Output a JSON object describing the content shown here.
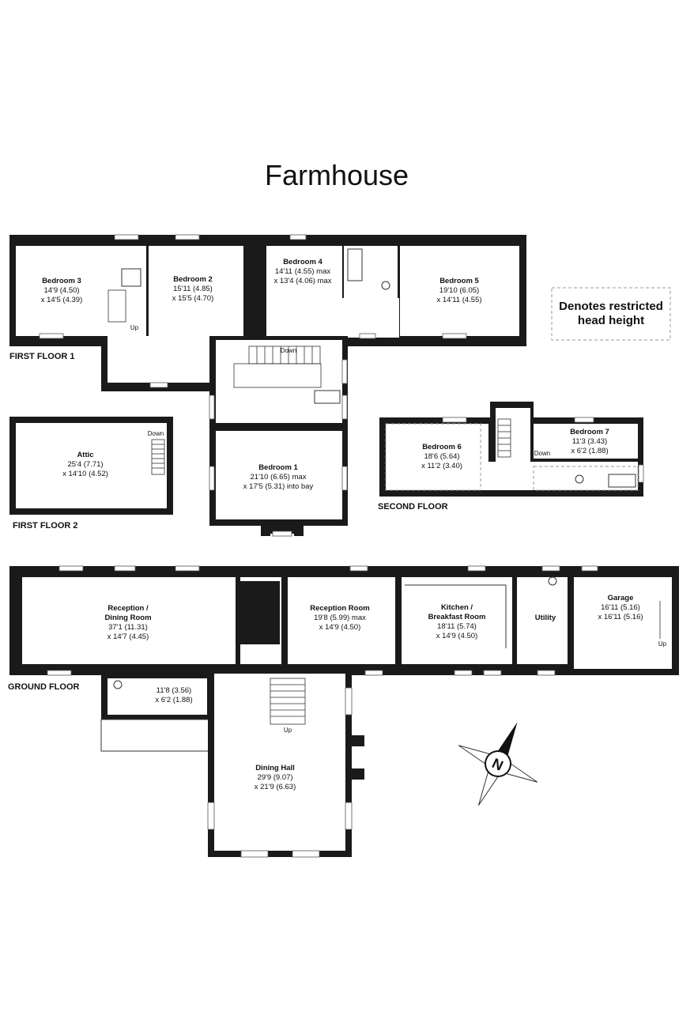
{
  "title": "Farmhouse",
  "legend": {
    "line1": "Denotes restricted",
    "line2": "head height"
  },
  "floors": {
    "first_floor_1": "FIRST FLOOR 1",
    "first_floor_2": "FIRST FLOOR 2",
    "second_floor": "SECOND FLOOR",
    "ground_floor": "GROUND FLOOR"
  },
  "rooms": {
    "bedroom3": {
      "name": "Bedroom 3",
      "dim1": "14'9 (4.50)",
      "dim2": "x 14'5 (4.39)"
    },
    "bedroom2": {
      "name": "Bedroom 2",
      "dim1": "15'11 (4.85)",
      "dim2": "x 15'5 (4.70)"
    },
    "bedroom4": {
      "name": "Bedroom 4",
      "dim1": "14'11 (4.55) max",
      "dim2": "x 13'4 (4.06) max"
    },
    "bedroom5": {
      "name": "Bedroom 5",
      "dim1": "19'10 (6.05)",
      "dim2": "x 14'11 (4.55)"
    },
    "bedroom1": {
      "name": "Bedroom 1",
      "dim1": "21'10 (6.65) max",
      "dim2": "x 17'5 (5.31) into bay"
    },
    "attic": {
      "name": "Attic",
      "dim1": "25'4 (7.71)",
      "dim2": "x 14'10 (4.52)"
    },
    "bedroom6": {
      "name": "Bedroom 6",
      "dim1": "18'6 (5.64)",
      "dim2": "x 11'2 (3.40)"
    },
    "bedroom7": {
      "name": "Bedroom 7",
      "dim1": "11'3 (3.43)",
      "dim2": "x 6'2 (1.88)"
    },
    "reception_dining": {
      "name1": "Reception /",
      "name2": "Dining Room",
      "dim1": "37'1 (11.31)",
      "dim2": "x 14'7 (4.45)"
    },
    "reception_room": {
      "name": "Reception Room",
      "dim1": "19'8 (5.99) max",
      "dim2": "x 14'9 (4.50)"
    },
    "kitchen": {
      "name1": "Kitchen /",
      "name2": "Breakfast Room",
      "dim1": "18'11 (5.74)",
      "dim2": "x 14'9 (4.50)"
    },
    "utility": {
      "name": "Utility"
    },
    "garage": {
      "name": "Garage",
      "dim1": "16'11 (5.16)",
      "dim2": "x 16'11 (5.16)"
    },
    "lobby": {
      "dim1": "11'8 (3.56)",
      "dim2": "x 6'2 (1.88)"
    },
    "dining_hall": {
      "name": "Dining Hall",
      "dim1": "29'9 (9.07)",
      "dim2": "x 21'9 (6.63)"
    }
  },
  "stair_labels": {
    "up": "Up",
    "down": "Down"
  },
  "compass": {
    "label": "N"
  }
}
